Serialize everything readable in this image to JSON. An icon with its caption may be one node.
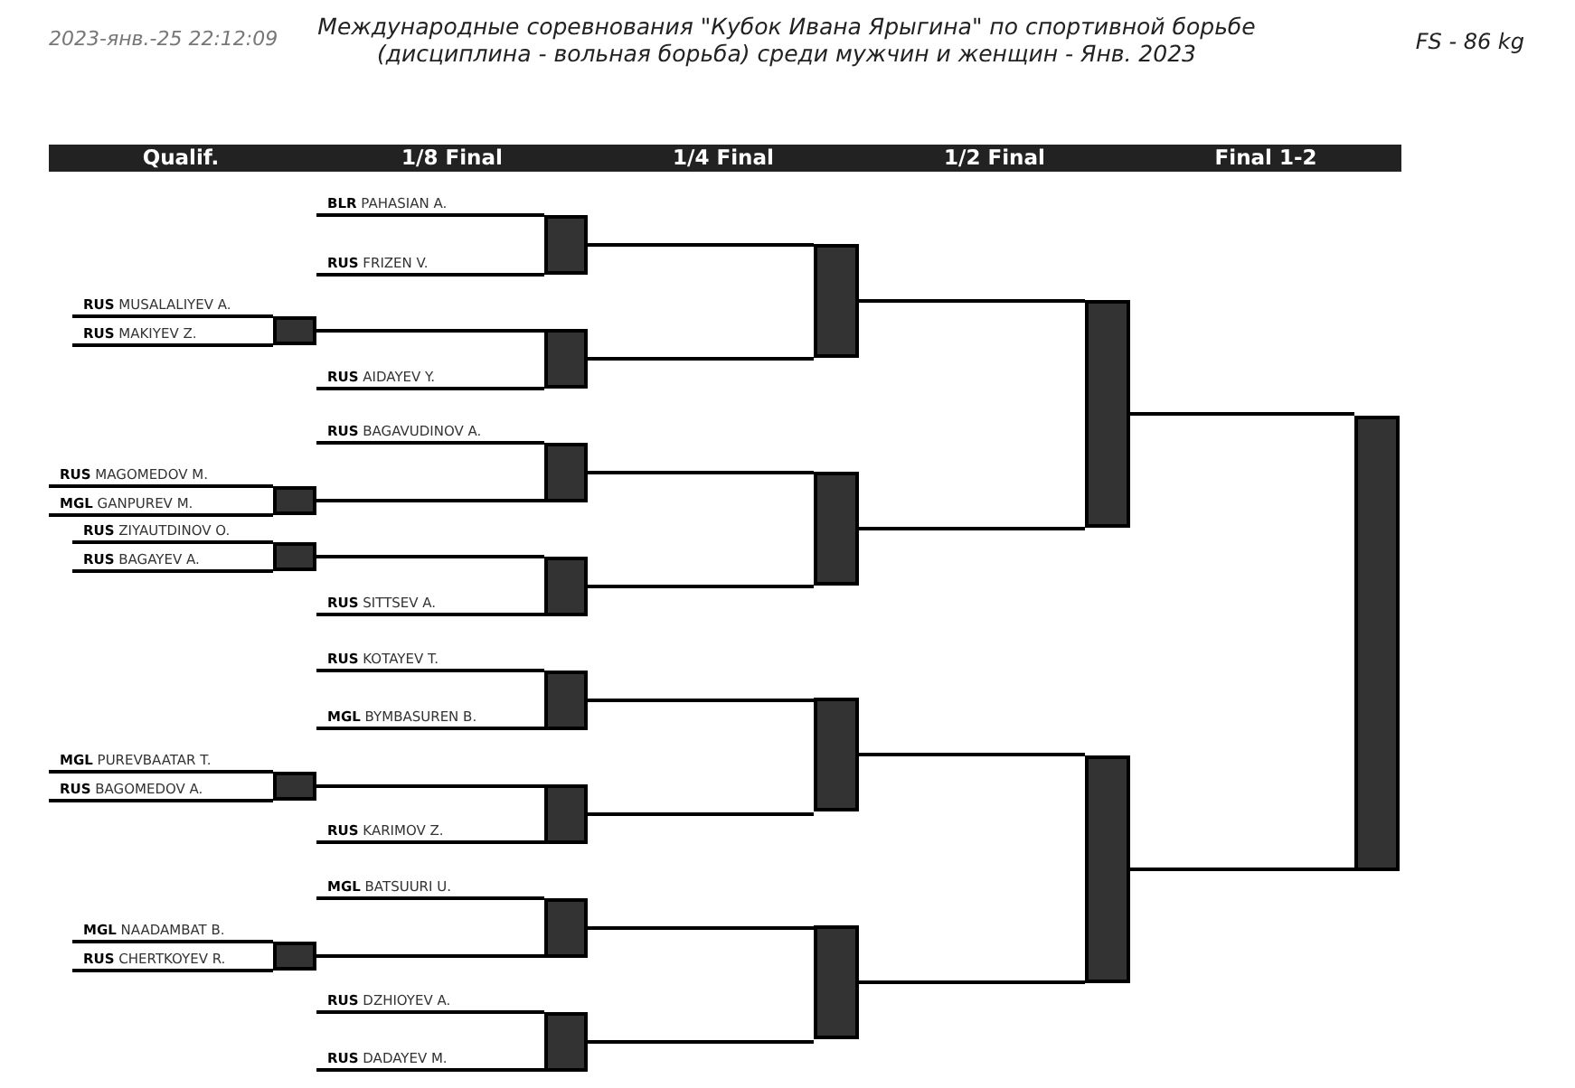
{
  "diagram": {
    "title": "Международные соревнования \"Кубок Ивана Ярыгина\" по спортивной борьбе (дисциплина - вольная борьба) среди мужчин и женщин - Янв. 2023",
    "nodes": [
      {
        "text": [
          "**BLR** PAHASIAN A."
        ]
      },
      {
        "text": [
          "**RUS** FRIZEN V."
        ]
      },
      {
        "text": [
          "**RUS** MUSALALIYEV A."
        ]
      },
      {
        "text": [
          "**RUS** MAKIYEV Z."
        ]
      },
      {
        "text": [
          "**RUS** AIDAYEV Y."
        ]
      },
      {
        "text": [
          "**RUS** BAGAVUDINOV A."
        ]
      },
      {
        "text": [
          "**RUS** MAGOMEDOV M."
        ]
      },
      {
        "text": [
          "**MGL** GANPUREV M."
        ]
      },
      {
        "text": [
          "**RUS** ZIYAUTDINOV O."
        ]
      },
      {
        "text": [
          "**RUS** BAGAYEV A."
        ]
      },
      {
        "text": [
          "**RUS** SITTSEV A."
        ]
      },
      {
        "text": [
          "**RUS** KOTAYEV T."
        ]
      },
      {
        "text": [
          "**MGL** BYMBASUREN B."
        ]
      },
      {
        "text": [
          "**MGL** PUREVBAATAR T."
        ]
      },
      {
        "text": [
          "**RUS** BAGOMEDOV A."
        ]
      },
      {
        "text": [
          "**RUS** KARIMOV Z."
        ]
      },
      {
        "text": [
          "**MGL** BATSUURI U."
        ]
      },
      {
        "text": [
          "**MGL** NAADAMBAT B."
        ]
      },
      {
        "text": [
          "**RUS** CHERTKOYEV R."
        ]
      },
      {
        "text": [
          "**RUS** DZHIOYEV A."
        ]
      },
      {
        "text": [
          "**RUS** DADAYEV M."
        ]
      },
      {
        "text": [],
        "shape": "box"
      },
      {
        "text": [],
        "shape": "box"
      },
      {
        "text": [],
        "shape": "box"
      },
      {
        "text": [],
        "shape": "box"
      },
      {
        "text": [],
        "shape": "box"
      },
      {
        "text": [],
        "shape": "box"
      },
      {
        "text": [],
        "shape": "box"
      },
      {
        "text": [],
        "shape": "box"
      },
      {
        "text": [],
        "shape": "box"
      },
      {
        "text": [],
        "shape": "box"
      },
      {
        "text": [],
        "shape": "box"
      },
      {
        "text": [],
        "shape": "box"
      },
      {
        "text": [],
        "shape": "box"
      },
      {
        "text": [],
        "shape": "box"
      },
      {
        "text": [],
        "shape": "box"
      },
      {
        "text": [],
        "shape": "box"
      },
      {
        "text": [],
        "shape": "box"
      },
      {
        "text": [],
        "shape": "box"
      },
      {
        "text": [],
        "shape": "box"
      },
      {
        "text": [],
        "shape": "box"
      }
    ],
    "edges": [
      {
        "from": 0,
        "to": 26,
        "arrow": "none"
      },
      {
        "from": 1,
        "to": 26,
        "arrow": "none"
      },
      {
        "from": 2,
        "to": 21,
        "arrow": "none"
      },
      {
        "from": 3,
        "to": 21,
        "arrow": "none"
      },
      {
        "from": 4,
        "to": 27,
        "arrow": "none"
      },
      {
        "from": 5,
        "to": 28,
        "arrow": "none"
      },
      {
        "from": 6,
        "to": 22,
        "arrow": "none"
      },
      {
        "from": 7,
        "to": 22,
        "arrow": "none"
      },
      {
        "from": 8,
        "to": 23,
        "arrow": "none"
      },
      {
        "from": 9,
        "to": 23,
        "arrow": "none"
      },
      {
        "from": 10,
        "to": 29,
        "arrow": "none"
      },
      {
        "from": 11,
        "to": 30,
        "arrow": "none"
      },
      {
        "from": 12,
        "to": 30,
        "arrow": "none"
      },
      {
        "from": 13,
        "to": 24,
        "arrow": "none"
      },
      {
        "from": 14,
        "to": 24,
        "arrow": "none"
      },
      {
        "from": 15,
        "to": 31,
        "arrow": "none"
      },
      {
        "from": 16,
        "to": 32,
        "arrow": "none"
      },
      {
        "from": 17,
        "to": 25,
        "arrow": "none"
      },
      {
        "from": 18,
        "to": 25,
        "arrow": "none"
      },
      {
        "from": 19,
        "to": 33,
        "arrow": "none"
      },
      {
        "from": 20,
        "to": 33,
        "arrow": "none"
      },
      {
        "from": 21,
        "to": 27,
        "arrow": "none"
      },
      {
        "from": 22,
        "to": 28,
        "arrow": "none"
      },
      {
        "from": 23,
        "to": 29,
        "arrow": "none"
      },
      {
        "from": 24,
        "to": 31,
        "arrow": "none"
      },
      {
        "from": 25,
        "to": 32,
        "arrow": "none"
      },
      {
        "from": 26,
        "to": 34,
        "arrow": "none"
      },
      {
        "from": 27,
        "to": 34,
        "arrow": "none"
      },
      {
        "from": 28,
        "to": 35,
        "arrow": "none"
      },
      {
        "from": 29,
        "to": 35,
        "arrow": "none"
      },
      {
        "from": 30,
        "to": 36,
        "arrow": "none"
      },
      {
        "from": 31,
        "to": 36,
        "arrow": "none"
      },
      {
        "from": 32,
        "to": 37,
        "arrow": "none"
      },
      {
        "from": 33,
        "to": 37,
        "arrow": "none"
      },
      {
        "from": 34,
        "to": 38,
        "arrow": "none"
      },
      {
        "from": 35,
        "to": 38,
        "arrow": "none"
      },
      {
        "from": 36,
        "to": 39,
        "arrow": "none"
      },
      {
        "from": 37,
        "to": 39,
        "arrow": "none"
      },
      {
        "from": 38,
        "to": 40,
        "arrow": "none"
      },
      {
        "from": 39,
        "to": 40,
        "arrow": "none"
      }
    ],
    "labels": [
      "2023-янв.-25 22:12:09",
      "FS - 86 kg",
      "Qualif.",
      "1/8 Final",
      "1/4 Final",
      "1/2 Final",
      "Final 1-2"
    ]
  }
}
